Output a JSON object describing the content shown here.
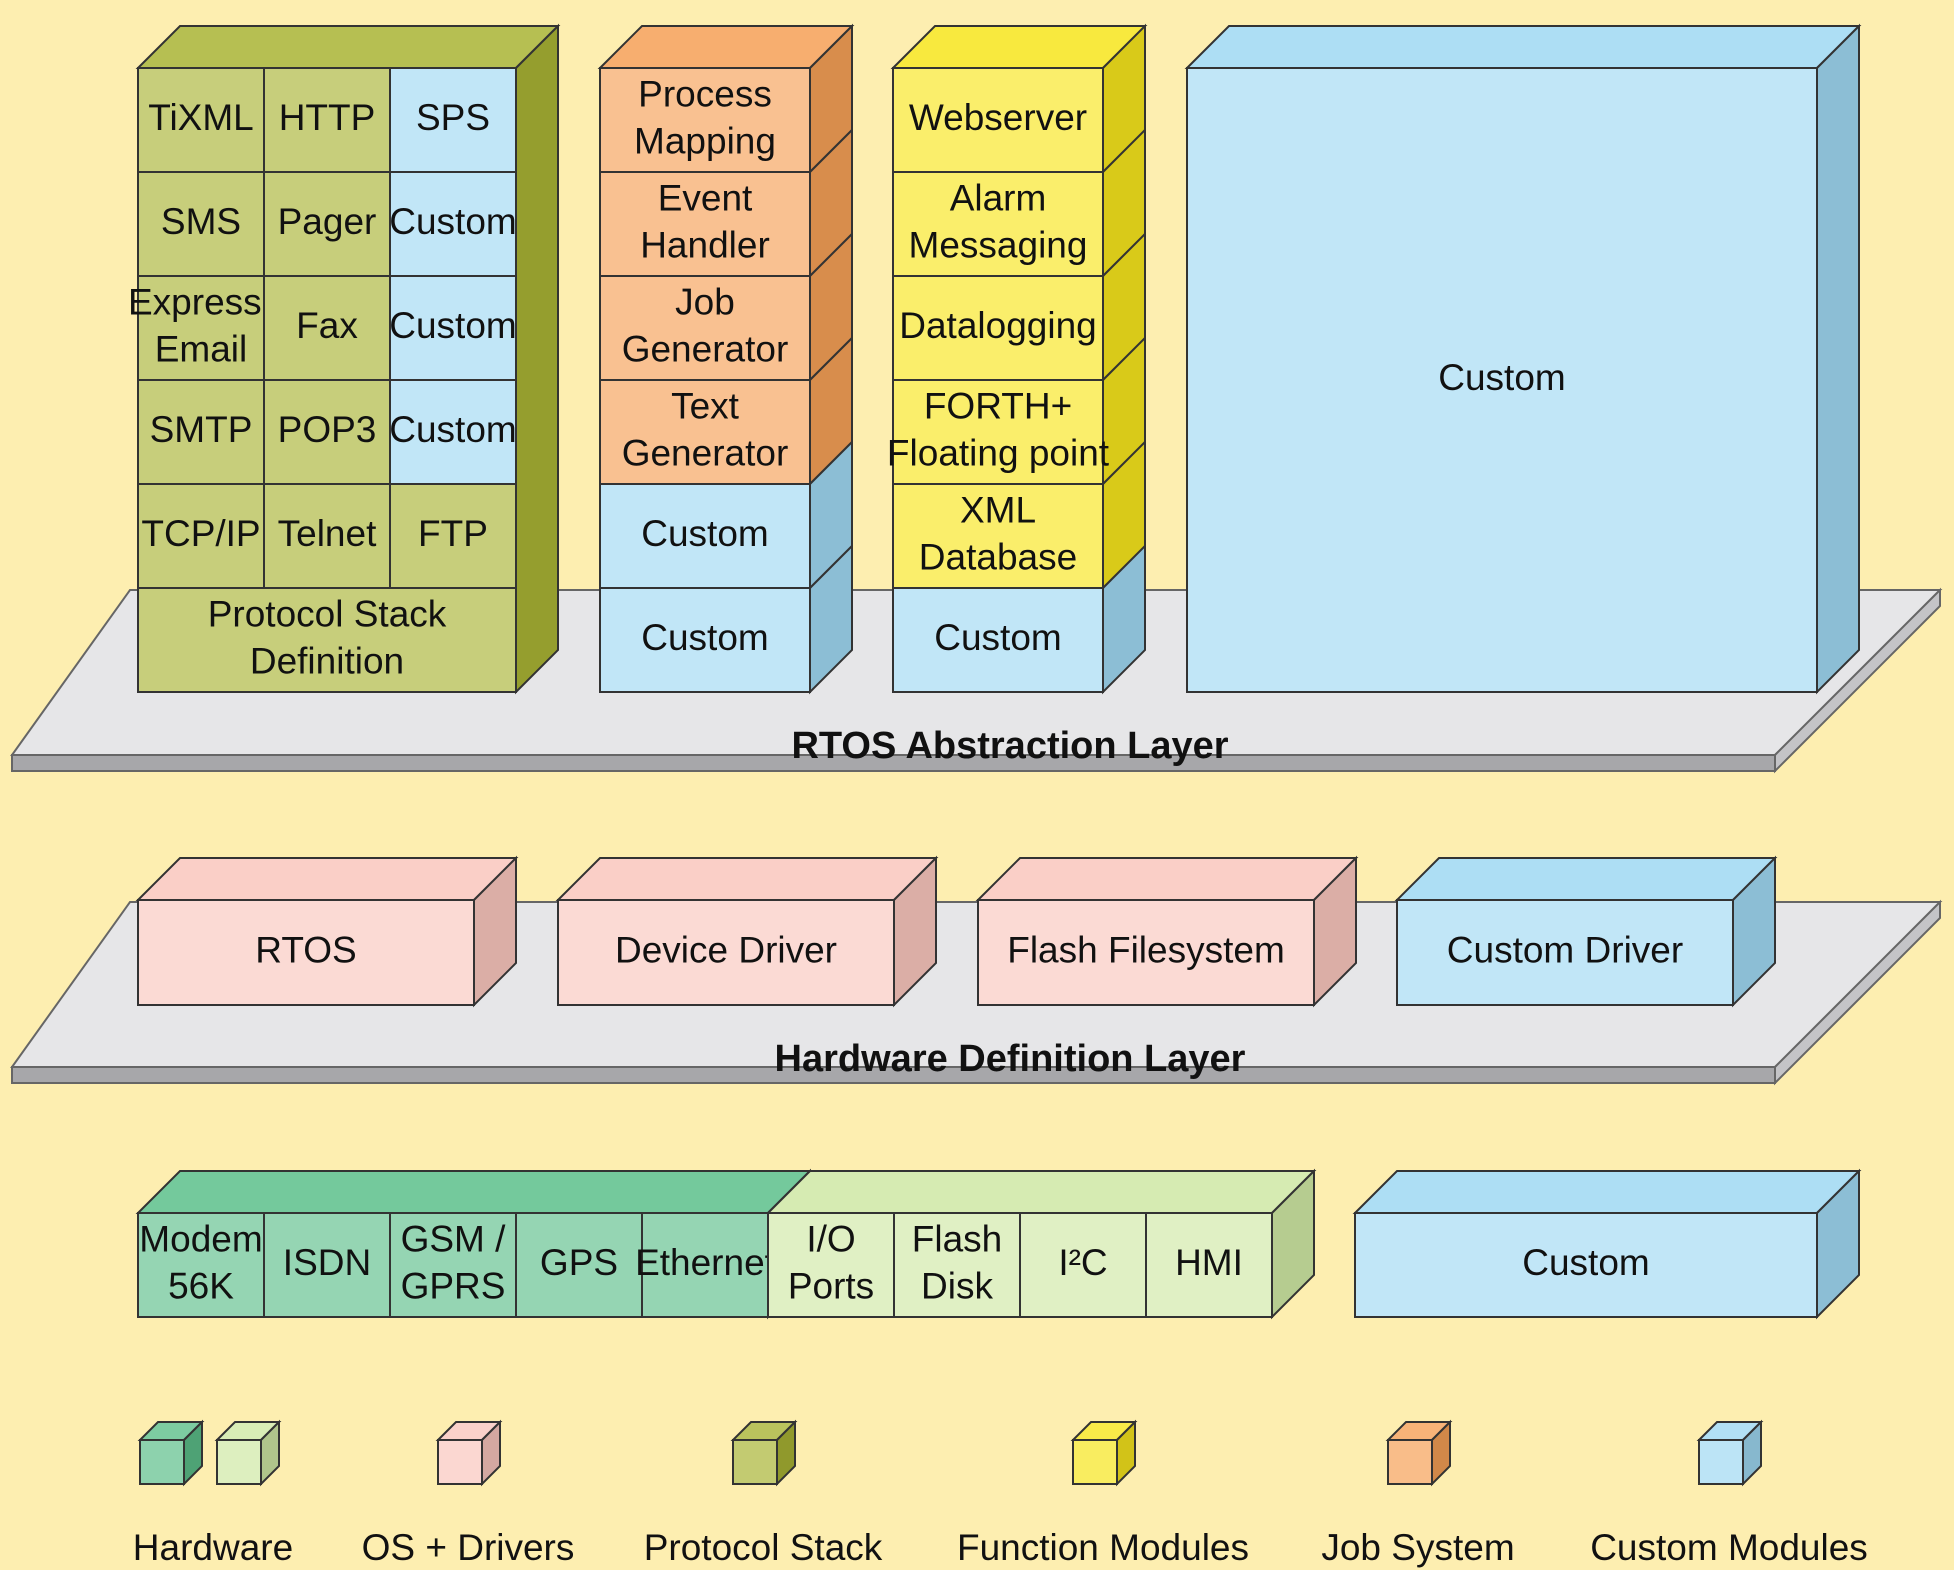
{
  "colors": {
    "background": "#fdeeb0",
    "protocol_stack": "#a9b434",
    "function_modules": "#f7e51c",
    "job_system": "#f6a056",
    "custom_modules": "#9fd8f2",
    "os_drivers": "#f9c6bd",
    "hardware_dark": "#5cbf8a",
    "hardware_light": "#cfe8a4"
  },
  "layers": {
    "rtos_abstraction": "RTOS Abstraction Layer",
    "hardware_definition": "Hardware Definition Layer"
  },
  "protocol_stack_block": {
    "rows": [
      [
        "TiXML",
        "HTTP",
        "SPS"
      ],
      [
        "SMS",
        "Pager",
        "Custom"
      ],
      [
        "Express-\nEmail",
        "Fax",
        "Custom"
      ],
      [
        "SMTP",
        "POP3",
        "Custom"
      ],
      [
        "TCP/IP",
        "Telnet",
        "FTP"
      ]
    ],
    "base": "Protocol Stack\nDefinition"
  },
  "job_system_block": {
    "items": [
      "Process\nMapping",
      "Event\nHandler",
      "Job\nGenerator",
      "Text\nGenerator",
      "Custom",
      "Custom"
    ]
  },
  "function_modules_block": {
    "items": [
      "Webserver",
      "Alarm\nMessaging",
      "Datalogging",
      "FORTH+\nFloating point",
      "XML\nDatabase",
      "Custom"
    ]
  },
  "custom_block": {
    "label": "Custom"
  },
  "drivers_row": [
    "RTOS",
    "Device Driver",
    "Flash Filesystem",
    "Custom Driver"
  ],
  "hardware_row": {
    "dark": [
      "Modem\n56K",
      "ISDN",
      "GSM /\nGPRS",
      "GPS",
      "Ethernet"
    ],
    "light": [
      "I/O\nPorts",
      "Flash\nDisk",
      "I²C",
      "HMI"
    ],
    "custom": "Custom"
  },
  "legend": [
    {
      "label": "Hardware",
      "icons": [
        "hardware_dark",
        "hardware_light"
      ]
    },
    {
      "label": "OS + Drivers",
      "icons": [
        "os_drivers"
      ]
    },
    {
      "label": "Protocol Stack",
      "icons": [
        "protocol_stack"
      ]
    },
    {
      "label": "Function Modules",
      "icons": [
        "function_modules"
      ]
    },
    {
      "label": "Job System",
      "icons": [
        "job_system"
      ]
    },
    {
      "label": "Custom Modules",
      "icons": [
        "custom_modules"
      ]
    }
  ]
}
